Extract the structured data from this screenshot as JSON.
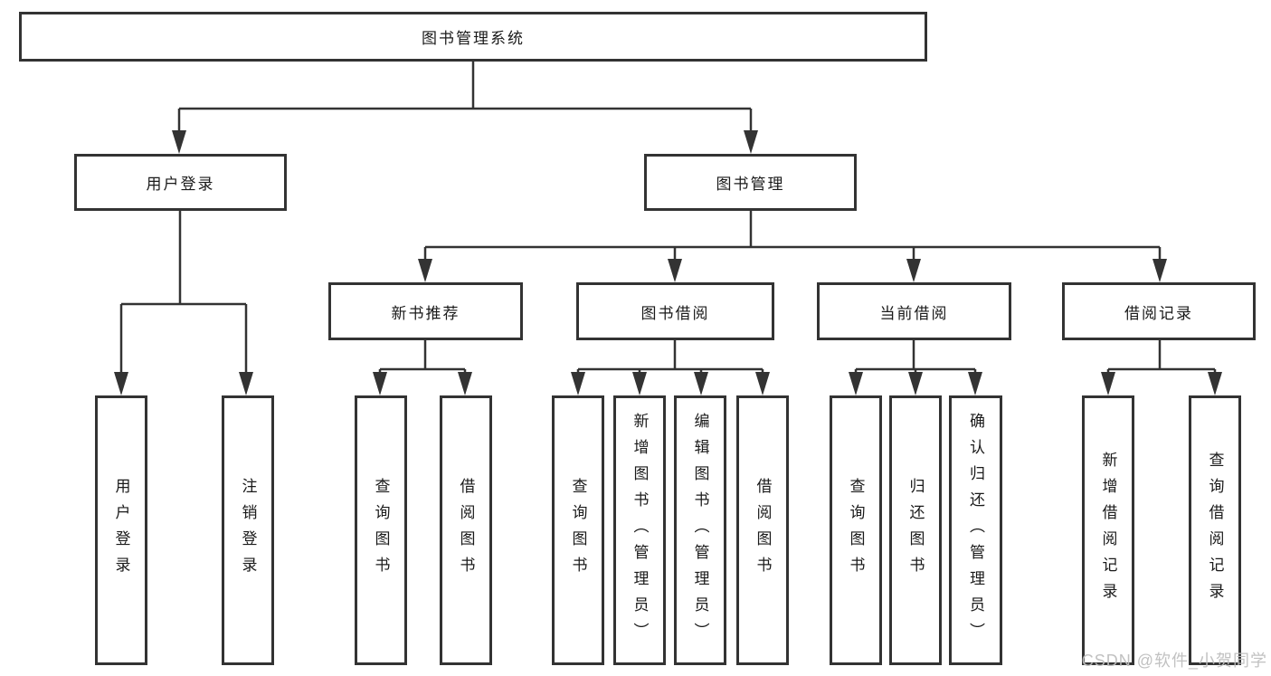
{
  "diagram_type": "hierarchy-tree",
  "colors": {
    "background": "#ffffff",
    "line": "#333333",
    "box_border": "#333333",
    "text": "#1a1a1a",
    "watermark": "#bebebe"
  },
  "tree": {
    "label": "图书管理系统",
    "children": [
      {
        "label": "用户登录",
        "children": [
          {
            "label": "用户登录"
          },
          {
            "label": "注销登录"
          }
        ]
      },
      {
        "label": "图书管理",
        "children": [
          {
            "label": "新书推荐",
            "children": [
              {
                "label": "查询图书"
              },
              {
                "label": "借阅图书"
              }
            ]
          },
          {
            "label": "图书借阅",
            "children": [
              {
                "label": "查询图书"
              },
              {
                "label": "新增图书（管理员）"
              },
              {
                "label": "编辑图书（管理员）"
              },
              {
                "label": "借阅图书"
              }
            ]
          },
          {
            "label": "当前借阅",
            "children": [
              {
                "label": "查询图书"
              },
              {
                "label": "归还图书"
              },
              {
                "label": "确认归还（管理员）"
              }
            ]
          },
          {
            "label": "借阅记录",
            "children": [
              {
                "label": "新增借阅记录"
              },
              {
                "label": "查询借阅记录"
              }
            ]
          }
        ]
      }
    ]
  },
  "watermark": {
    "text": "CSDN @软件_小贺同学"
  }
}
